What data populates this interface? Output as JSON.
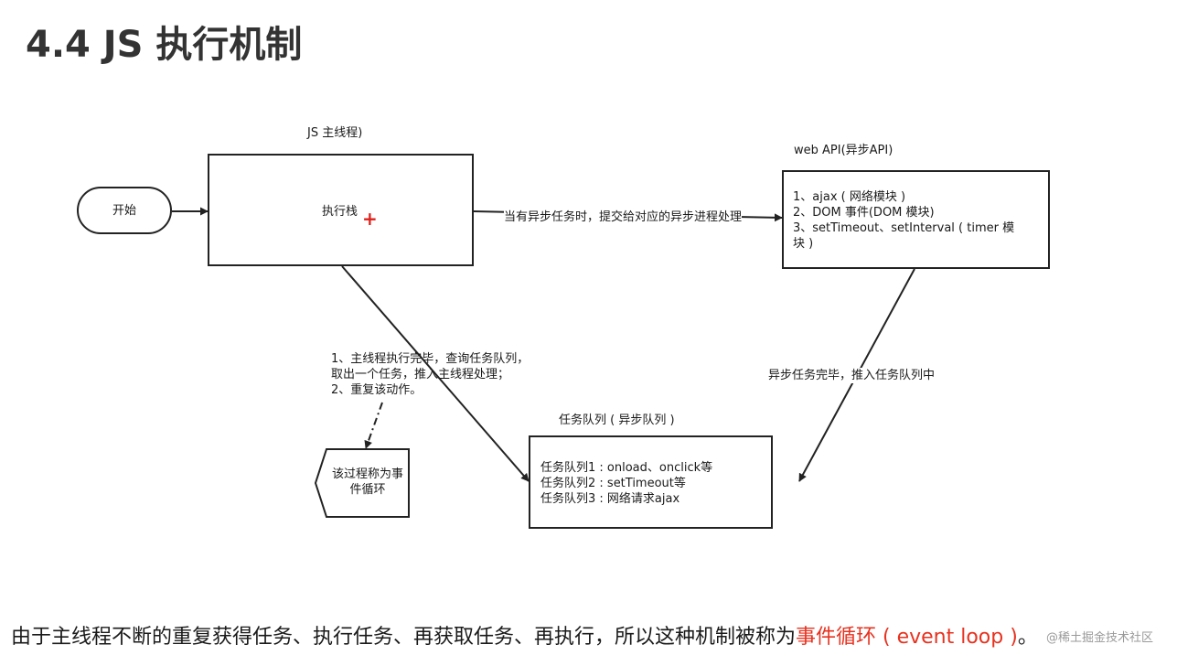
{
  "title": "4.4 JS 执行机制",
  "diagram": {
    "main_thread_label": "JS 主线程)",
    "start": "开始",
    "exec_stack": "执行栈",
    "async_label": "当有异步任务时，提交给对应的异步进程处理",
    "webapi_label": "web API(异步API)",
    "webapi_items": [
      "1、ajax ( 网络模块 )",
      "2、DOM 事件(DOM 模块)",
      "3、setTimeout、setInterval ( timer 模",
      "块 )"
    ],
    "loop_notes": [
      "1、主线程执行完毕，查询任务队列，",
      "取出一个任务，推入主线程处理；",
      "2、重复该动作。"
    ],
    "async_done_label": "异步任务完毕，推入任务队列中",
    "queue_label": "任务队列 ( 异步队列 )",
    "queue_items": [
      "任务队列1 : onload、onclick等",
      "任务队列2 : setTimeout等",
      "任务队列3 : 网络请求ajax"
    ],
    "event_loop_lines": [
      "该过程称为事",
      "件循环"
    ]
  },
  "bottom": {
    "text": "由于主线程不断的重复获得任务、执行任务、再获取任务、再执行，所以这种机制被称为",
    "highlight": "事件循环 ( event loop )",
    "end": "。"
  },
  "watermark": "@稀土掘金技术社区",
  "colors": {
    "line": "#222222",
    "highlight": "#e8321f",
    "cursor": "#e0201a"
  }
}
